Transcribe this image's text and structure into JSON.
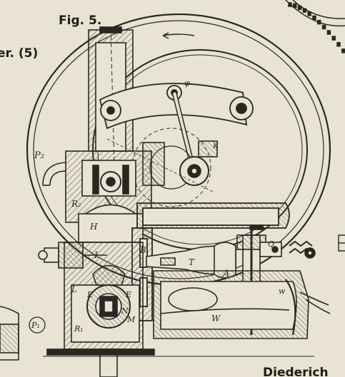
{
  "figure": {
    "title": "Fig. 5.",
    "left_margin_text": "er. (5)",
    "bottom_right_text": "Diederich"
  },
  "labels": {
    "P2": "P₂",
    "R2": "R₂",
    "H": "H",
    "I": "I",
    "B": "B",
    "T": "T",
    "A": "A",
    "a1": "a₁",
    "Q": "Q",
    "w": "w",
    "W": "W",
    "L": "L",
    "E_left": "E",
    "E_right": "E",
    "N": "N",
    "M": "M",
    "R1": "R₁",
    "P1": "P₁",
    "phi": "φ",
    "K": "K"
  },
  "colors": {
    "paper": "#e9e3d3",
    "ink": "#2a2723",
    "hatch": "#6b655b"
  }
}
